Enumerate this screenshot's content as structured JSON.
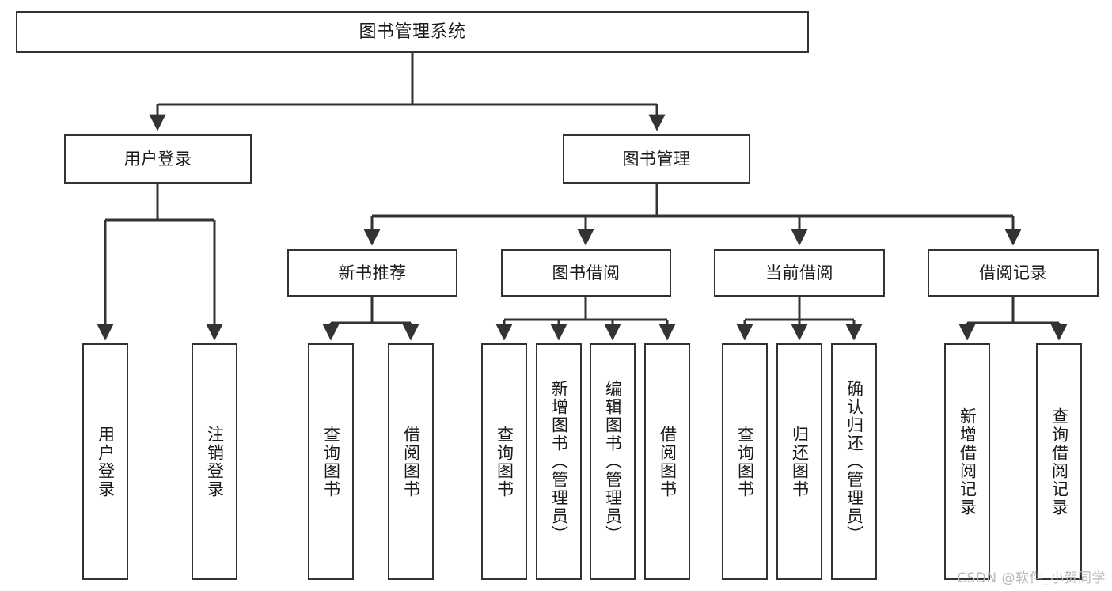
{
  "diagram": {
    "title": "图书管理系统",
    "type": "tree-hierarchy-chart",
    "watermark": "CSDN @软件_小贺同学",
    "colors": {
      "box_border": "#333333",
      "box_fill": "#ffffff",
      "edge": "#333333",
      "text": "#1a1a1a",
      "watermark": "#b9b9b9",
      "background": "#ffffff"
    },
    "nodes": {
      "root": {
        "id": "root",
        "label": "图书管理系统",
        "level": 0,
        "orientation": "horizontal"
      },
      "l1": [
        {
          "id": "user-login",
          "label": "用户登录",
          "level": 1,
          "orientation": "horizontal"
        },
        {
          "id": "book-management",
          "label": "图书管理",
          "level": 1,
          "orientation": "horizontal"
        }
      ],
      "l2": [
        {
          "id": "new-book-recommend",
          "label": "新书推荐",
          "level": 2,
          "orientation": "horizontal",
          "parent": "book-management"
        },
        {
          "id": "book-borrow",
          "label": "图书借阅",
          "level": 2,
          "orientation": "horizontal",
          "parent": "book-management"
        },
        {
          "id": "current-borrow",
          "label": "当前借阅",
          "level": 2,
          "orientation": "horizontal",
          "parent": "book-management"
        },
        {
          "id": "borrow-record",
          "label": "借阅记录",
          "level": 2,
          "orientation": "horizontal",
          "parent": "book-management"
        }
      ],
      "leaves": [
        {
          "id": "leaf-user-login",
          "label": "用户登录",
          "parent": "user-login",
          "orientation": "vertical"
        },
        {
          "id": "leaf-user-logout",
          "label": "注销登录",
          "parent": "user-login",
          "orientation": "vertical"
        },
        {
          "id": "leaf-query-book-1",
          "label": "查询图书",
          "parent": "new-book-recommend",
          "orientation": "vertical"
        },
        {
          "id": "leaf-borrow-book-1",
          "label": "借阅图书",
          "parent": "new-book-recommend",
          "orientation": "vertical"
        },
        {
          "id": "leaf-query-book-2",
          "label": "查询图书",
          "parent": "book-borrow",
          "orientation": "vertical"
        },
        {
          "id": "leaf-add-book",
          "label": "新增图书（管理员）",
          "parent": "book-borrow",
          "orientation": "vertical"
        },
        {
          "id": "leaf-edit-book",
          "label": "编辑图书（管理员）",
          "parent": "book-borrow",
          "orientation": "vertical"
        },
        {
          "id": "leaf-borrow-book-2",
          "label": "借阅图书",
          "parent": "book-borrow",
          "orientation": "vertical"
        },
        {
          "id": "leaf-query-book-3",
          "label": "查询图书",
          "parent": "current-borrow",
          "orientation": "vertical"
        },
        {
          "id": "leaf-return-book",
          "label": "归还图书",
          "parent": "current-borrow",
          "orientation": "vertical"
        },
        {
          "id": "leaf-confirm-return",
          "label": "确认归还（管理员）",
          "parent": "current-borrow",
          "orientation": "vertical"
        },
        {
          "id": "leaf-add-borrow-record",
          "label": "新增借阅记录",
          "parent": "borrow-record",
          "orientation": "vertical"
        },
        {
          "id": "leaf-query-borrow-record",
          "label": "查询借阅记录",
          "parent": "borrow-record",
          "orientation": "vertical"
        }
      ]
    }
  }
}
